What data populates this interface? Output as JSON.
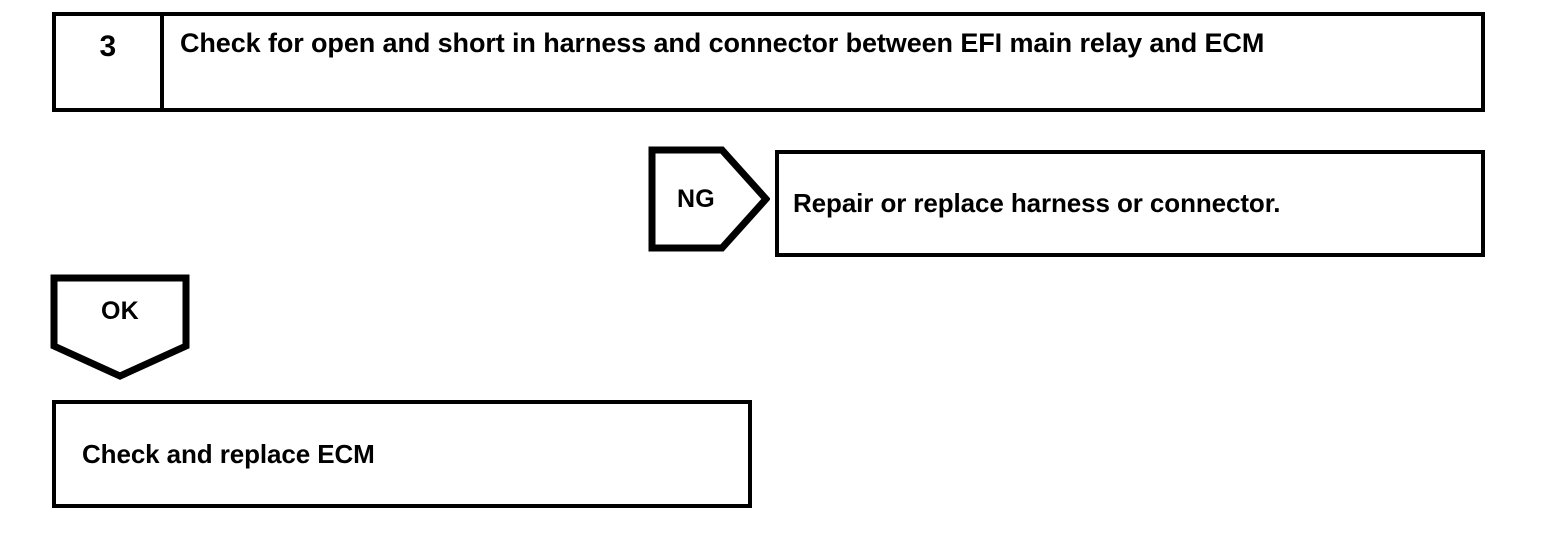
{
  "page": {
    "kind": "troubleshooting-flowchart",
    "background_color": "#ffffff",
    "line_color": "#000000"
  },
  "step": {
    "number": "3",
    "instruction": "Check for open and short in harness and connector between EFI main relay and ECM"
  },
  "branches": {
    "ng": {
      "label": "NG",
      "shape": "right-pointing-pentagon",
      "result": "Repair or replace harness or connector."
    },
    "ok": {
      "label": "OK",
      "shape": "down-pointing-pentagon",
      "result": "Check and replace ECM"
    }
  }
}
